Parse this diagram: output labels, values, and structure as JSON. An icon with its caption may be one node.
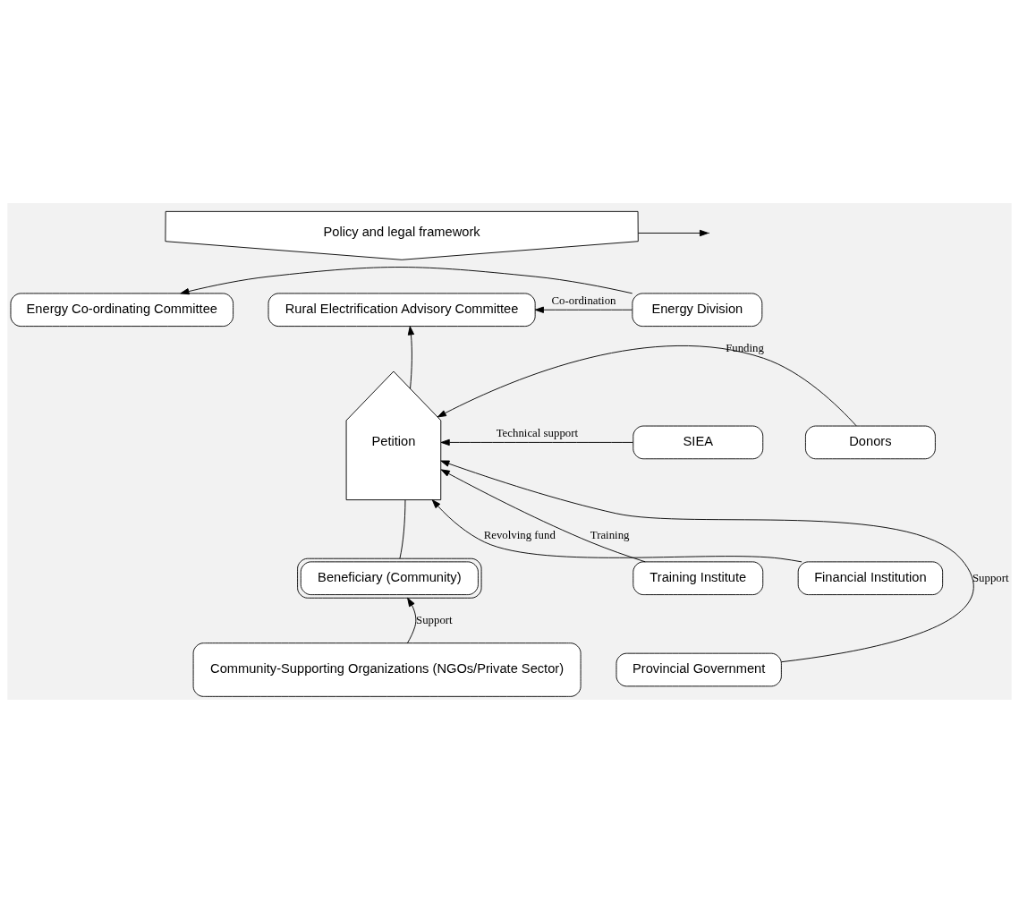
{
  "diagram": {
    "nodes": [
      {
        "text": [
          "Policy and legal framework"
        ]
      },
      {
        "text": [
          "Energy Co-ordinating Committee"
        ]
      },
      {
        "text": [
          "Rural Electrification Advisory Committee"
        ]
      },
      {
        "text": [
          "Energy Division"
        ]
      },
      {
        "text": [
          "Donors"
        ]
      },
      {
        "text": [
          "Petition"
        ]
      },
      {
        "text": [
          "SIEA"
        ]
      },
      {
        "text": [
          "Financial Institution"
        ]
      },
      {
        "text": [
          "Training Institute"
        ]
      },
      {
        "text": [
          "Provincial Government"
        ]
      },
      {
        "text": [
          "Beneficiary (Community)"
        ]
      },
      {
        "text": [
          "Community-Supporting Organizations (NGOs/Private Sector)"
        ]
      }
    ],
    "edges": [
      {
        "from": 0,
        "to": null,
        "arrow": "to"
      },
      {
        "from": 3,
        "to": 1,
        "arrow": "to"
      },
      {
        "from": 3,
        "to": 2,
        "label": "Co-ordination",
        "arrow": "to"
      },
      {
        "from": 5,
        "to": 2,
        "arrow": "to"
      },
      {
        "from": 4,
        "to": 5,
        "label": "Funding",
        "arrow": "to"
      },
      {
        "from": 6,
        "to": 5,
        "label": "Technical support",
        "arrow": "to"
      },
      {
        "from": 8,
        "to": 5,
        "label": "Training",
        "arrow": "to"
      },
      {
        "from": 7,
        "to": 5,
        "label": "Revolving fund",
        "arrow": "to"
      },
      {
        "from": 9,
        "to": 5,
        "label": "Support",
        "arrow": "to"
      },
      {
        "from": 10,
        "to": 5,
        "arrow": "none"
      },
      {
        "from": 11,
        "to": 10,
        "label": "Support",
        "arrow": "to"
      }
    ]
  }
}
